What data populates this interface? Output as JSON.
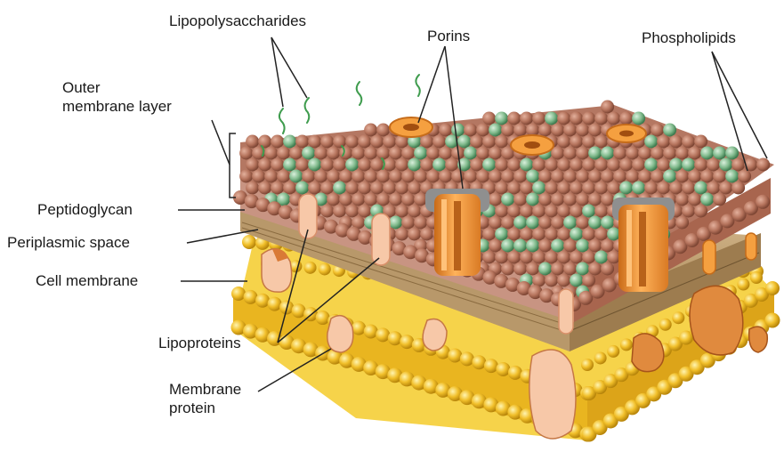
{
  "labels": {
    "lipopolysaccharides": "Lipopolysaccharides",
    "porins": "Porins",
    "phospholipids": "Phospholipids",
    "outer_membrane_line1": "Outer",
    "outer_membrane_line2": "membrane layer",
    "peptidoglycan": "Peptidoglycan",
    "periplasmic_space": "Periplasmic space",
    "cell_membrane": "Cell membrane",
    "lipoproteins": "Lipoproteins",
    "membrane_protein_line1": "Membrane",
    "membrane_protein_line2": "protein"
  },
  "colors": {
    "outer_head": "#b5735c",
    "outer_head_green": "#7fb98b",
    "peptidoglycan": "#c8a97a",
    "inner_head": "#f1bf2a",
    "porin": "#f5a040",
    "porin_cap": "#8f8f8f",
    "lipoprotein": "#f5c6a8",
    "membrane_protein": "#d97a36"
  }
}
